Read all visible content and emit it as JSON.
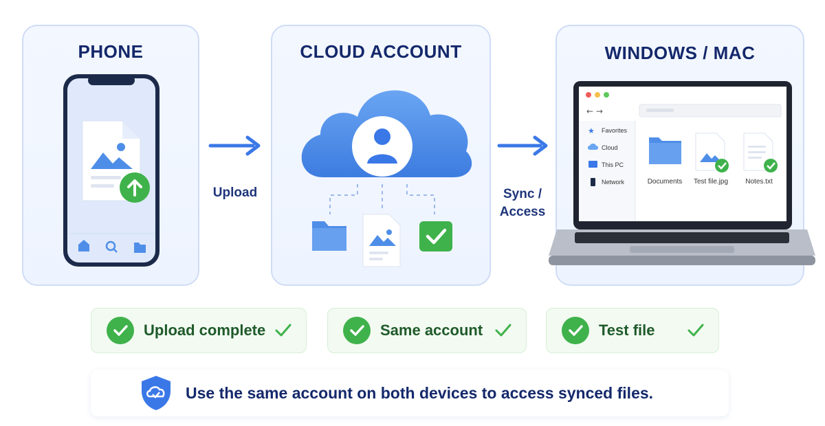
{
  "panels": {
    "phone": {
      "title": "PHONE"
    },
    "cloud": {
      "title": "CLOUD ACCOUNT"
    },
    "computer": {
      "title": "WINDOWS / MAC"
    }
  },
  "arrows": {
    "upload": {
      "label": "Upload"
    },
    "sync": {
      "label_line1": "Sync /",
      "label_line2": "Access"
    }
  },
  "explorer": {
    "sidebar": [
      "Favorites",
      "Cloud",
      "This PC",
      "Network"
    ],
    "files": [
      "Documents",
      "Test file.jpg",
      "Notes.txt"
    ]
  },
  "checks": [
    {
      "label": "Upload complete"
    },
    {
      "label": "Same account"
    },
    {
      "label": "Test file"
    }
  ],
  "footer": {
    "message": "Use the same account on both devices to access synced files."
  },
  "colors": {
    "accent_blue": "#3b78e7",
    "success_green": "#3fb24b",
    "title_navy": "#14286b",
    "panel_border": "#cfdcf6"
  },
  "icons": [
    "image-file-icon",
    "upload-arrow-icon",
    "home-icon",
    "search-icon",
    "folder-icon",
    "cloud-icon",
    "user-icon",
    "checkbox-icon",
    "shield-cloud-icon",
    "laptop-icon"
  ]
}
